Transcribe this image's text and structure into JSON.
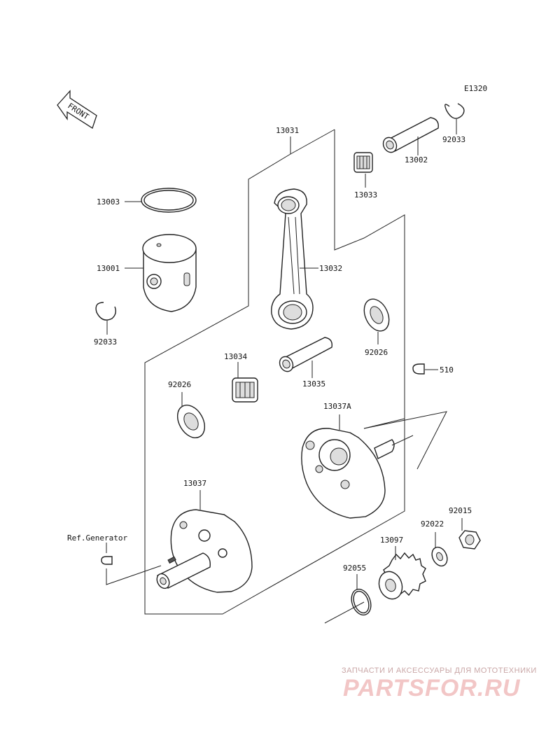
{
  "diagram_code": "E1320",
  "front_label": "FRONT",
  "ref_label": "Ref.Generator",
  "labels": {
    "p13031": "13031",
    "p13002": "13002",
    "p92033_top": "92033",
    "p13033": "13033",
    "p13003": "13003",
    "p13001": "13001",
    "p92033_left": "92033",
    "p13032": "13032",
    "p92026_right": "92026",
    "p13034": "13034",
    "p13035": "13035",
    "p510": "510",
    "p92026_left": "92026",
    "p13037A": "13037A",
    "p13037": "13037",
    "p92015": "92015",
    "p92022": "92022",
    "p13097": "13097",
    "p92055": "92055"
  },
  "watermark": {
    "tagline": "ЗАПЧАСТИ И АКСЕССУАРЫ ДЛЯ МОТОТЕХНИКИ",
    "brand": "PARTSFOR.RU"
  }
}
